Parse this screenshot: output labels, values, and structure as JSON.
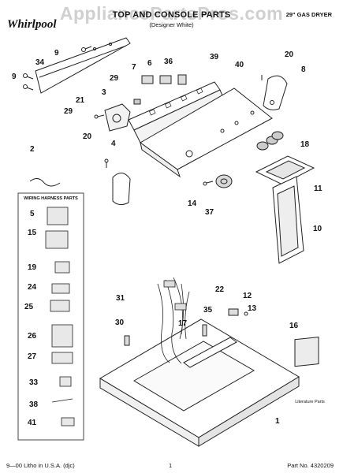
{
  "header": {
    "brand": "Whirlpool",
    "title": "TOP AND CONSOLE PARTS",
    "subtitle_line1": "(Designer White)",
    "right": "29\" GAS DRYER"
  },
  "watermark": "AppliancePartsPros.com",
  "wiring_harness_title": "WIRING HARNESS PARTS",
  "literature_label": "Literature Parts",
  "footer": {
    "left": "9—00 Litho in U.S.A. (djc)",
    "center": "1",
    "right": "Part No. 4320209"
  },
  "callouts": [
    "9",
    "34",
    "9",
    "7",
    "6",
    "36",
    "29",
    "3",
    "21",
    "29",
    "39",
    "40",
    "20",
    "8",
    "2",
    "20",
    "4",
    "18",
    "14",
    "37",
    "11",
    "10",
    "5",
    "15",
    "19",
    "24",
    "25",
    "26",
    "27",
    "33",
    "38",
    "41",
    "31",
    "30",
    "22",
    "12",
    "13",
    "35",
    "17",
    "16",
    "1"
  ]
}
